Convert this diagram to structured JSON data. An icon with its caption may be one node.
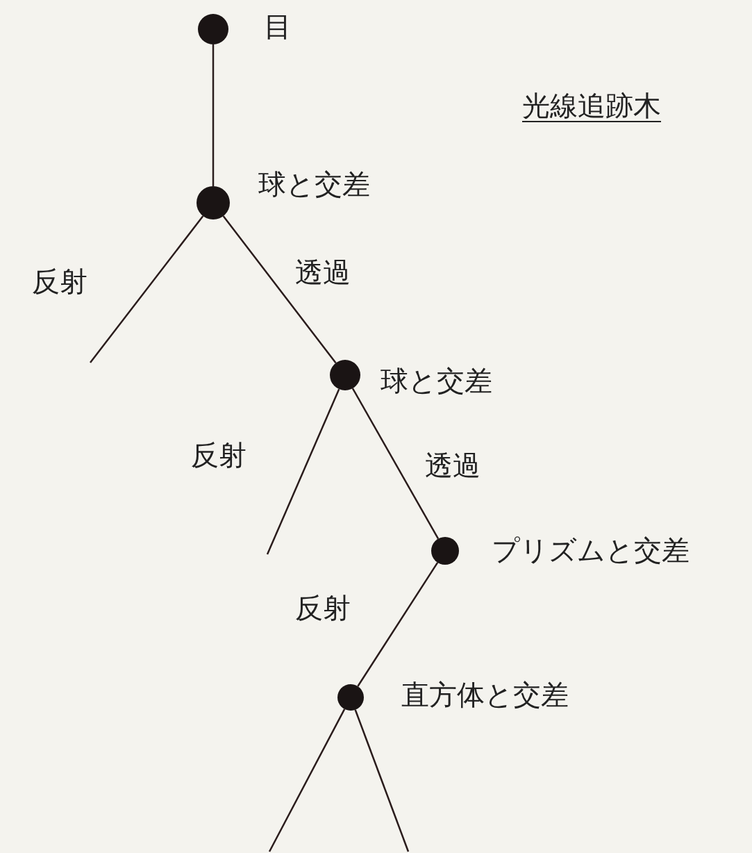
{
  "diagram": {
    "title": "光線追跡木",
    "nodes": [
      {
        "text": [],
        "shape": "circle",
        "beside": [
          "目"
        ]
      },
      {
        "text": [],
        "shape": "circle",
        "beside": [
          "球と交差"
        ]
      },
      {
        "text": [],
        "shape": "circle",
        "beside": [
          "球と交差"
        ]
      },
      {
        "text": [],
        "shape": "circle",
        "beside": [
          "プリズムと交差"
        ]
      },
      {
        "text": [],
        "shape": "circle",
        "beside": [
          "直方体と交差"
        ]
      }
    ],
    "edges": [
      {
        "from": 0,
        "to": 1,
        "arrow": "none"
      },
      {
        "from": 1,
        "to": null,
        "arrow": "none",
        "label": "反射"
      },
      {
        "from": 1,
        "to": 2,
        "arrow": "none",
        "label": "透過"
      },
      {
        "from": 2,
        "to": null,
        "arrow": "none",
        "label": "反射"
      },
      {
        "from": 2,
        "to": 3,
        "arrow": "none",
        "label": "透過"
      },
      {
        "from": 3,
        "to": 4,
        "arrow": "none",
        "label": "反射"
      },
      {
        "from": 4,
        "to": null,
        "arrow": "none"
      },
      {
        "from": 4,
        "to": null,
        "arrow": "none"
      }
    ]
  }
}
